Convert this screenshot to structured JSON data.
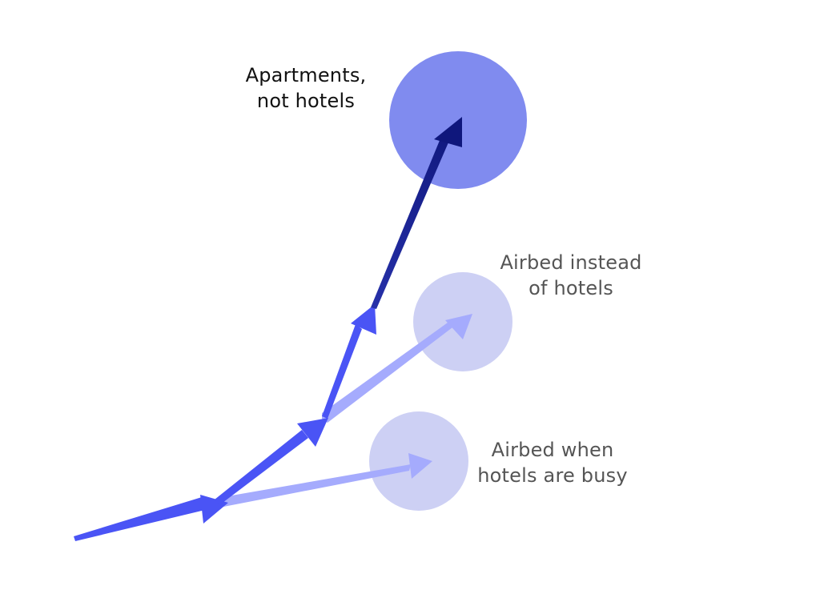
{
  "diagram": {
    "colors": {
      "background": "#ffffff",
      "main_target": "#808bef",
      "faded_target": "#cdd0f4",
      "path_arrow": "#4a54f5",
      "final_arrow": "#0f177c",
      "faded_arrow": "#a5abfd",
      "main_label": "#111111",
      "faded_label": "#555555"
    },
    "labels": {
      "apartments": {
        "line1": "Apartments,",
        "line2": "not hotels"
      },
      "airbed_instead": {
        "line1": "Airbed instead",
        "line2": "of hotels"
      },
      "airbed_busy": {
        "line1": "Airbed when",
        "line2": "hotels are busy"
      }
    }
  }
}
